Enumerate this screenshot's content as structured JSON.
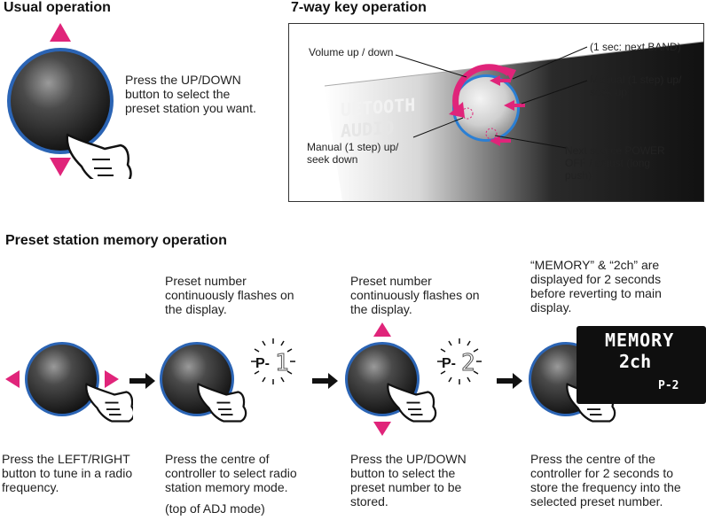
{
  "headings": {
    "usual": "Usual operation",
    "seven_way": "7-way key operation",
    "preset_memory": "Preset station memory operation"
  },
  "usual": {
    "description": "Press the UP/DOWN button to select the preset station you want."
  },
  "seven_way": {
    "volume": "Volume up / down",
    "next_band": "(1 sec: next BAND)",
    "manual_up": "Manual (1 step) up/ seek up",
    "manual_down": "Manual (1 step) up/ seek down",
    "next_source": "Next source POWER OFF / adjust (long push)",
    "display_text_line1": "UETOOTH",
    "display_text_line2": "AUDIO"
  },
  "steps": [
    {
      "top_note": "",
      "bottom": "Press the LEFT/RIGHT button to tune in a radio frequency.",
      "extra": ""
    },
    {
      "top_note": "Preset number continuously flashes on the display.",
      "bottom": "Press the centre of controller to select radio station memory mode.",
      "extra": "(top of ADJ mode)",
      "flash_prefix": "P-",
      "flash_digit": "1"
    },
    {
      "top_note": "Preset number continuously flashes on the display.",
      "bottom": "Press the UP/DOWN button to select the preset number to be stored.",
      "extra": "",
      "flash_prefix": "P-",
      "flash_digit": "2"
    },
    {
      "top_note": "“MEMORY” & “2ch” are displayed for 2 seconds before reverting to main display.",
      "bottom": "Press the centre of the controller for 2 seconds to store the frequency into the selected preset number.",
      "extra": ""
    }
  ],
  "lcd": {
    "line1": "MEMORY",
    "line2": "2ch",
    "preset": "P-2"
  },
  "colors": {
    "accent_pink": "#e0247a",
    "knob_ring": "#2b64b4",
    "knob_dark": "#1c1c1c"
  }
}
